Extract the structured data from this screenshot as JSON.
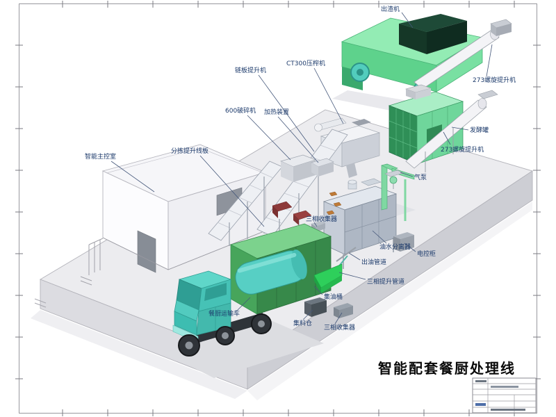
{
  "title": "智能配套餐厨处理线",
  "labels": [
    {
      "text": "出渣机"
    },
    {
      "text": "273螺旋提升机"
    },
    {
      "text": "发酵罐"
    },
    {
      "text": "273螺旋提升机"
    },
    {
      "text": "气泵"
    },
    {
      "text": "CT300压榨机"
    },
    {
      "text": "链板提升机"
    },
    {
      "text": "600破碎机"
    },
    {
      "text": "加热装置"
    },
    {
      "text": "分拣提升线板"
    },
    {
      "text": "智能主控室"
    },
    {
      "text": "三相收集器"
    },
    {
      "text": "油水分离器"
    },
    {
      "text": "电控柜"
    },
    {
      "text": "出油管道"
    },
    {
      "text": "三相提升管道"
    },
    {
      "text": "集油桶"
    },
    {
      "text": "集料仓"
    },
    {
      "text": "三相收集器"
    },
    {
      "text": "餐厨运输车"
    }
  ],
  "colors": {
    "machine_green_light": "#93ecb4",
    "machine_green": "#5ed28c",
    "fermentation_green": "#2f8f57",
    "truck_teal": "#57cfc4",
    "cargo_green": "#47a55b",
    "hopper_green": "#2ecf5b",
    "platform_gray": "#ececef",
    "label_blue": "#1c3a6b"
  }
}
